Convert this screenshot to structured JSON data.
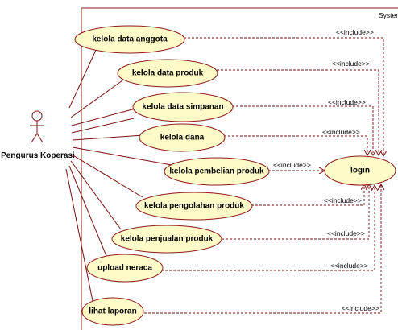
{
  "system": {
    "label": "System"
  },
  "actor": {
    "name": "Pengurus Koperasi"
  },
  "include_label": "<<include>>",
  "login": {
    "label": "login"
  },
  "use_cases": [
    {
      "id": "kelola-data-anggota",
      "label": "kelola data anggota"
    },
    {
      "id": "kelola-data-produk",
      "label": "kelola data produk"
    },
    {
      "id": "kelola-data-simpanan",
      "label": "kelola data simpanan"
    },
    {
      "id": "kelola-dana",
      "label": "kelola dana"
    },
    {
      "id": "kelola-pembelian-produk",
      "label": "kelola pembelian produk"
    },
    {
      "id": "kelola-pengolahan-produk",
      "label": "kelola pengolahan produk"
    },
    {
      "id": "kelola-penjualan-produk",
      "label": "kelola penjualan produk"
    },
    {
      "id": "upload-neraca",
      "label": "upload neraca"
    },
    {
      "id": "lihat-laporan",
      "label": "lihat laporan"
    }
  ]
}
